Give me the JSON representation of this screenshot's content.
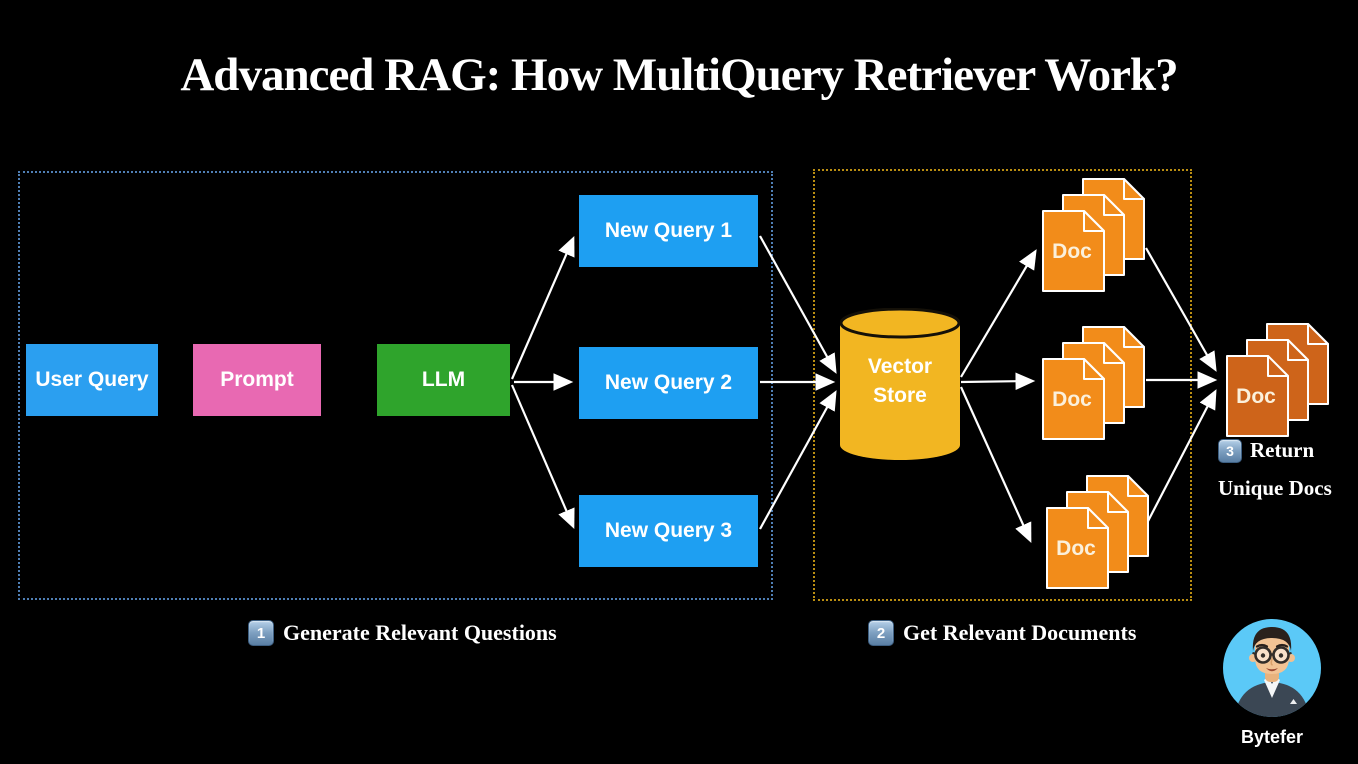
{
  "title": "Advanced RAG: How MultiQuery Retriever Work?",
  "nodes": {
    "user_query": "User Query",
    "prompt": "Prompt",
    "llm": "LLM",
    "new_query_1": "New Query 1",
    "new_query_2": "New Query 2",
    "new_query_3": "New Query 3",
    "vector_store_line1": "Vector",
    "vector_store_line2": "Store",
    "doc_label": "Doc"
  },
  "captions": {
    "step1_number": "1",
    "step1_text": "Generate Relevant Questions",
    "step2_number": "2",
    "step2_text": "Get Relevant Documents",
    "step3_number": "3",
    "step3_line1": "Return",
    "step3_line2": "Unique Docs"
  },
  "footer": {
    "author": "Bytefer"
  },
  "colors": {
    "background": "#000000",
    "query_blue": "#1E9FF2",
    "prompt_pink": "#E869B2",
    "llm_green": "#2FA42C",
    "vector_gold": "#F2B622",
    "doc_orange": "#F28C1A",
    "doc_dark_orange": "#CE641A",
    "region1_border": "#4F7FB5",
    "region2_border": "#BA8E12",
    "arrow_white": "#FFFFFF",
    "avatar_bg": "#5BC9F7"
  }
}
